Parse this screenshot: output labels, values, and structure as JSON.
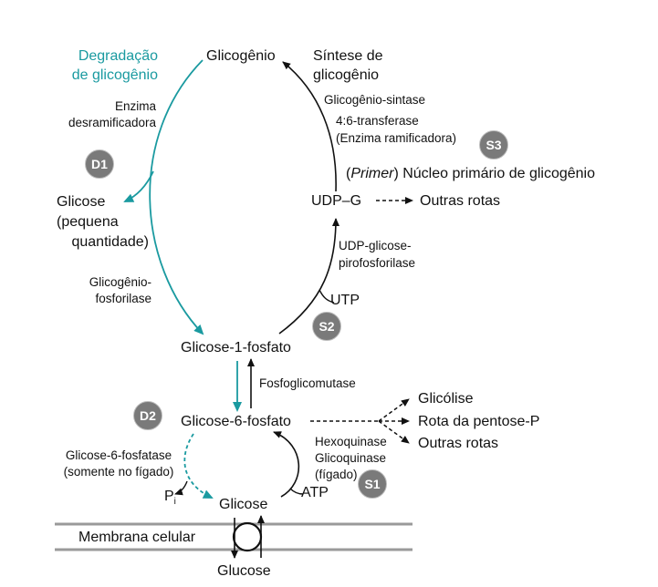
{
  "nodes": {
    "glicogenio": "Glicogênio",
    "glicose_pequena_1": "Glicose",
    "glicose_pequena_2": "(pequena",
    "glicose_pequena_3": "quantidade)",
    "glicose_1_fosfato": "Glicose-1-fosfato",
    "glicose_6_fosfato": "Glicose-6-fosfato",
    "glicose": "Glicose",
    "udp_g": "UDP–G",
    "outras_rotas_udp": "Outras rotas",
    "glicolise": "Glicólise",
    "rota_pentose": "Rota da pentose-P",
    "outras_rotas_g6p": "Outras rotas",
    "pi": "P",
    "pi_sub": "i",
    "utp": "UTP",
    "atp": "ATP",
    "membrana": "Membrana celular",
    "glucose": "Glucose"
  },
  "titles": {
    "degradacao_1": "Degradação",
    "degradacao_2": "de glicogênio",
    "sintese_1": "Síntese de",
    "sintese_2": "glicogênio"
  },
  "enzymes": {
    "desram_1": "Enzima",
    "desram_2": "desramificadora",
    "fosforilase_1": "Glicogênio-",
    "fosforilase_2": "fosforilase",
    "sintase": "Glicogênio-sintase",
    "transferase_1": "4:6-transferase",
    "transferase_2": "(Enzima ramificadora)",
    "primer_italic": "Primer",
    "primer_rest": ") Núcleo primário de glicogênio",
    "primer_open": "(",
    "udp_pirofosforilase_1": "UDP-glicose-",
    "udp_pirofosforilase_2": "pirofosforilase",
    "fosfoglicomutase": "Fosfoglicomutase",
    "g6fosfatase_1": "Glicose-6-fosfatase",
    "g6fosfatase_2": "(somente no fígado)",
    "hexoquinase": "Hexoquinase",
    "glicoquinase_1": "Glicoquinase",
    "glicoquinase_2": "(fígado)"
  },
  "badges": {
    "d1": "D1",
    "d2": "D2",
    "s1": "S1",
    "s2": "S2",
    "s3": "S3"
  },
  "colors": {
    "teal": "#1a9aa0",
    "dark": "#111111",
    "badge": "#7a7a7a",
    "membrane": "#9a9a9a"
  }
}
